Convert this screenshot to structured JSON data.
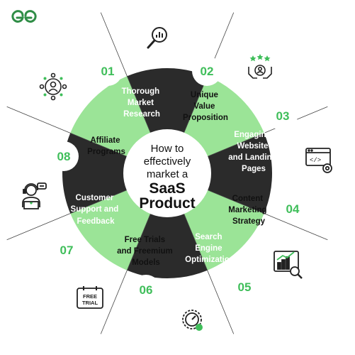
{
  "center": {
    "line1": "How to",
    "line2": "effectively",
    "line3": "market a",
    "line4": "SaaS",
    "line5": "Product"
  },
  "colors": {
    "dark": "#2b2b2b",
    "green": "#9be497",
    "accent": "#3fbe5a",
    "brand": "#2f8d46"
  },
  "segments": [
    {
      "number": "01",
      "lines": [
        "Thorough",
        "Market",
        "Research"
      ],
      "icon": "magnifier-chart-icon"
    },
    {
      "number": "02",
      "lines": [
        "Unique",
        "Value",
        "Proposition"
      ],
      "icon": "hands-star-person-icon"
    },
    {
      "number": "03",
      "lines": [
        "Engaging",
        "Website",
        "and Landing",
        "Pages"
      ],
      "icon": "browser-gear-icon"
    },
    {
      "number": "04",
      "lines": [
        "Content",
        "Marketing",
        "Strategy"
      ],
      "icon": "content-icon"
    },
    {
      "number": "05",
      "lines": [
        "Search",
        "Engine",
        "Optimization"
      ],
      "icon": "chart-magnifier-icon"
    },
    {
      "number": "06",
      "lines": [
        "Free Trials",
        "and Freemium",
        "Models"
      ],
      "icon": "free-trial-calendar-icon"
    },
    {
      "number": "07",
      "lines": [
        "Customer",
        "Support and",
        "Feedback"
      ],
      "icon": "support-agent-icon"
    },
    {
      "number": "08",
      "lines": [
        "Affiliate",
        "Programs"
      ],
      "icon": "network-person-icon"
    }
  ],
  "free_trial_label1": "FREE",
  "free_trial_label2": "TRIAL"
}
